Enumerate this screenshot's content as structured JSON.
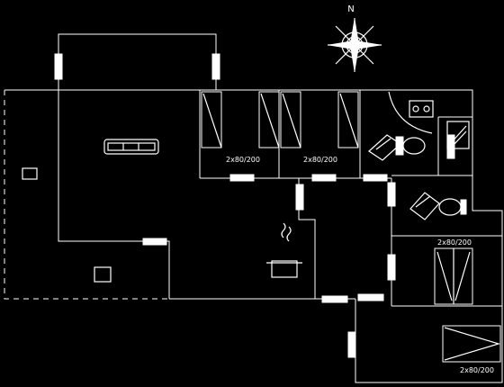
{
  "compass": {
    "north_label": "N",
    "icon": "compass-rose-icon"
  },
  "beds": [
    {
      "size_label": "2x80/200"
    },
    {
      "size_label": "2x80/200"
    },
    {
      "size_label": "2x80/200"
    },
    {
      "size_label": "2x80/200"
    }
  ],
  "icons": {
    "sofa": "sofa-icon",
    "stove": "stove-pot-icon",
    "sink": "bathroom-sink-icon",
    "toilet": "toilet-icon",
    "shower": "shower-icon",
    "fireplace": "fireplace-icon"
  }
}
